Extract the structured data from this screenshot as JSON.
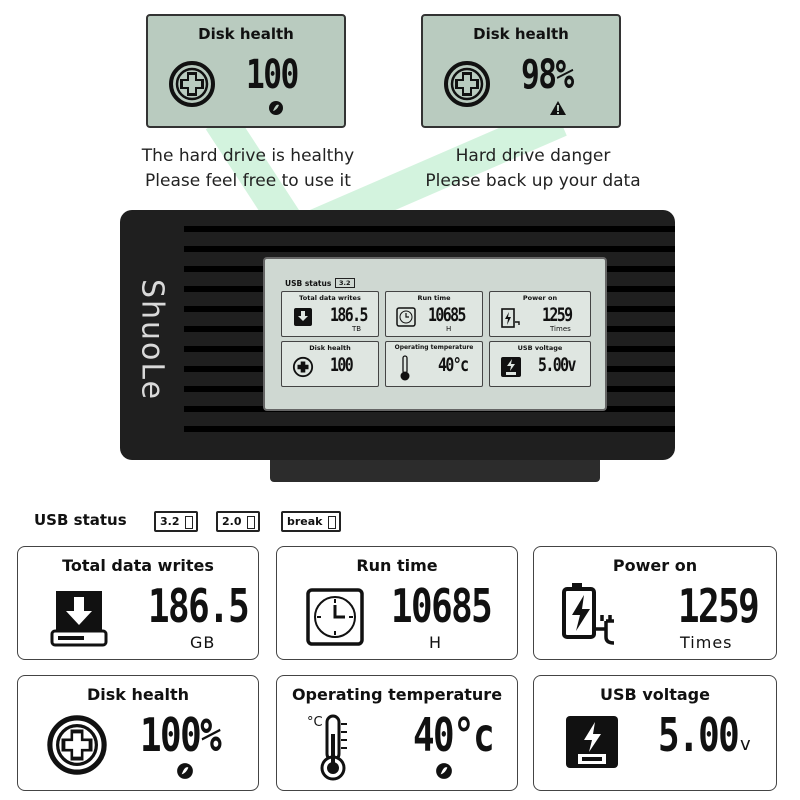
{
  "top": {
    "healthy": {
      "title": "Disk health",
      "value": "100",
      "caption1": "The hard drive is healthy",
      "caption2": "Please feel free to use it"
    },
    "danger": {
      "title": "Disk health",
      "value": "98%",
      "caption1": "Hard drive danger",
      "caption2": "Please back up your data"
    }
  },
  "device": {
    "brand": "ShuoLe",
    "lcd": {
      "usb_status_label": "USB status",
      "usb_status_value": "3.2",
      "writes": {
        "title": "Total data writes",
        "value": "186.5",
        "unit": "TB"
      },
      "runtime": {
        "title": "Run time",
        "value": "10685",
        "unit": "H"
      },
      "power": {
        "title": "Power on",
        "value": "1259",
        "unit": "Times"
      },
      "health": {
        "title": "Disk health",
        "value": "100"
      },
      "temp": {
        "title": "Operating temperature",
        "value": "40°c"
      },
      "voltage": {
        "title": "USB voltage",
        "value": "5.00v"
      }
    }
  },
  "usb_status": {
    "label": "USB status",
    "chips": [
      "3.2",
      "2.0",
      "break"
    ]
  },
  "cards": {
    "writes": {
      "title": "Total data writes",
      "value": "186.5",
      "unit": "GB"
    },
    "runtime": {
      "title": "Run time",
      "value": "10685",
      "unit": "H"
    },
    "power": {
      "title": "Power on",
      "value": "1259",
      "unit": "Times"
    },
    "health": {
      "title": "Disk health",
      "value": "100%"
    },
    "temp": {
      "title": "Operating temperature",
      "value": "40°c"
    },
    "voltage": {
      "title": "USB voltage",
      "value": "5.00",
      "unit": "v"
    }
  },
  "colors": {
    "lcd": "#b9cbbf",
    "device": "#1f1f1f",
    "accent": "#8fe0b0"
  }
}
